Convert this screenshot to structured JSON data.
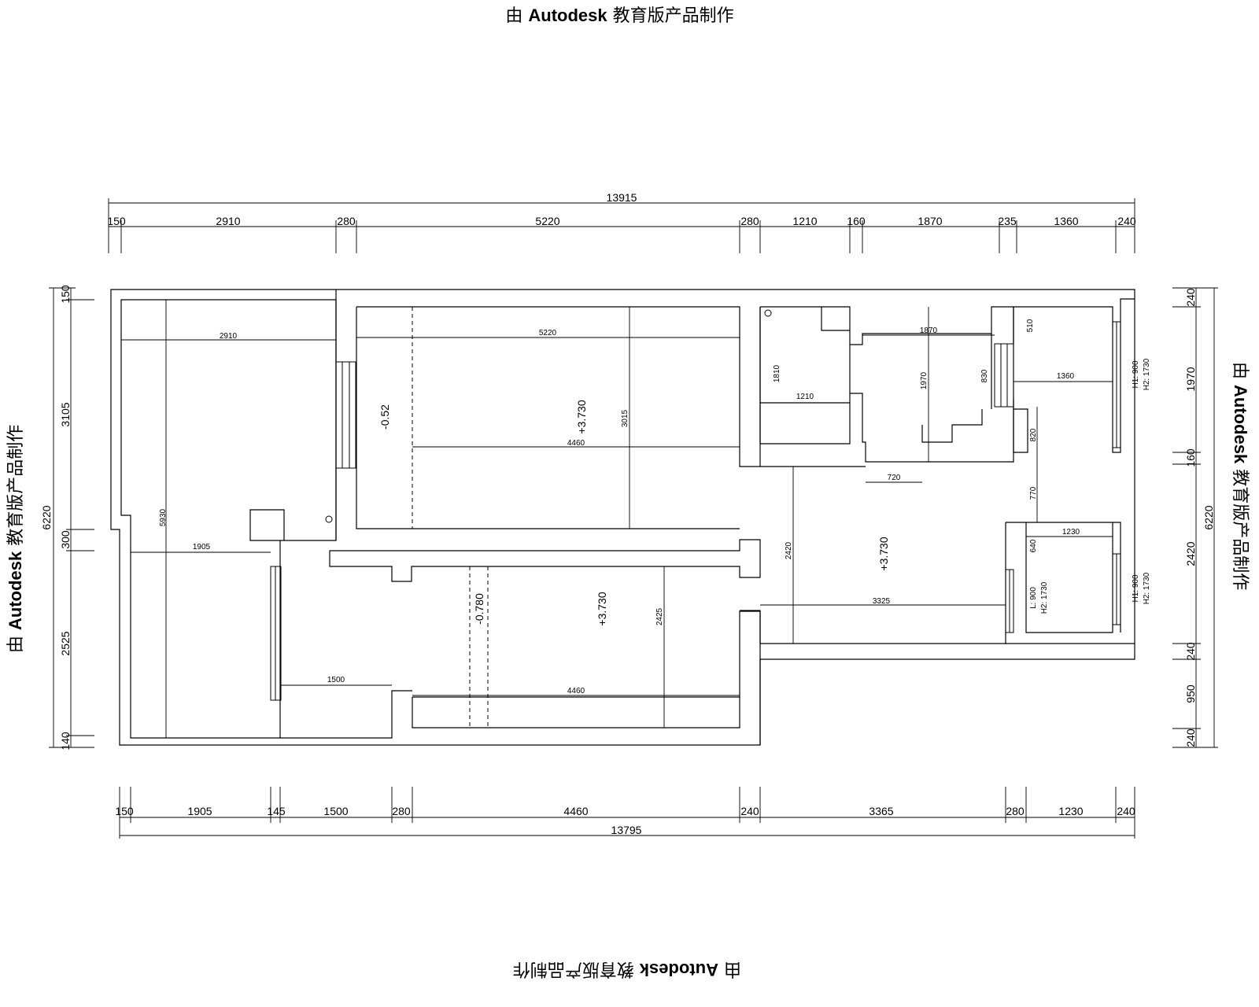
{
  "watermark": {
    "prefix": "由",
    "brand": "Autodesk",
    "suffix": "教育版产品制作"
  },
  "top_dimensions": {
    "total": "13915",
    "segments": [
      "150",
      "2910",
      "280",
      "5220",
      "280",
      "1210",
      "160",
      "1870",
      "235",
      "1360",
      "240"
    ]
  },
  "bottom_dimensions": {
    "total": "13795",
    "segments": [
      "150",
      "1905",
      "145",
      "1500",
      "280",
      "4460",
      "240",
      "3365",
      "280",
      "1230",
      "240"
    ]
  },
  "left_dimensions": {
    "total": "6220",
    "segments": [
      "150",
      "3105",
      "300",
      "2525",
      "140"
    ]
  },
  "right_dimensions": {
    "total": "6220",
    "segments": [
      "240",
      "1970",
      "160",
      "2420",
      "240",
      "950",
      "240"
    ]
  },
  "interior_dimensions": {
    "d2910": "2910",
    "d5220": "5220",
    "d5930": "5930",
    "d3015": "3015",
    "d4460_top": "4460",
    "d1905": "1905",
    "d1500": "1500",
    "d2425": "2425",
    "d4460_bottom": "4460",
    "d1810": "1810",
    "d1210": "1210",
    "d1870": "1870",
    "d1970": "1970",
    "d830": "830",
    "d510": "510",
    "d1360": "1360",
    "d820": "820",
    "d720": "720",
    "d770": "770",
    "d2420": "2420",
    "d1230": "1230",
    "d640": "640",
    "d3325": "3325"
  },
  "levels": {
    "l1": "-0.52",
    "l2": "+3.730",
    "l3": "-0.780",
    "l4": "+3.730",
    "l5": "+3.730"
  },
  "window_notes": {
    "w1_line1": "H1: 900",
    "w1_line2": "H2: 1730",
    "w2_line1": "L: 900",
    "w2_line2": "H2: 1730",
    "w3_line1": "H1: 900",
    "w3_line2": "H2: 1730"
  }
}
